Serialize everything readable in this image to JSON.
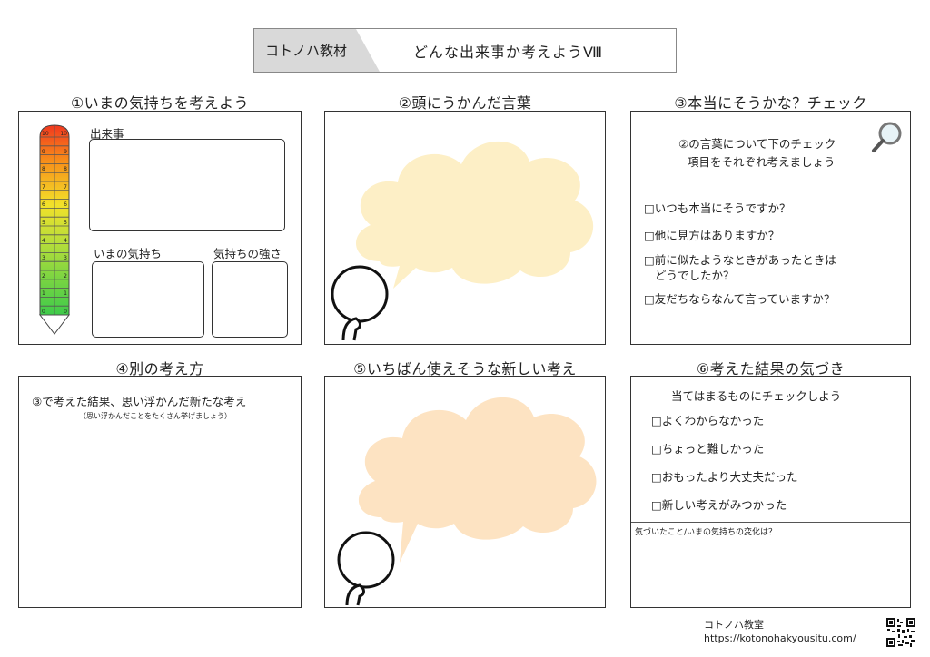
{
  "header": {
    "tag": "コトノハ教材",
    "title": "どんな出来事か考えようⅧ"
  },
  "sections": {
    "s1": {
      "title": "①いまの気持ちを考えよう",
      "label_event": "出来事",
      "label_feeling": "いまの気持ち",
      "label_strength": "気持ちの強さ"
    },
    "s2": {
      "title": "②頭にうかんだ言葉"
    },
    "s3": {
      "title": "③本当にそうかな？チェック",
      "intro_line1": "②の言葉について下のチェック",
      "intro_line2": "項目をそれぞれ考えましょう",
      "items": [
        "□いつも本当にそうですか？",
        "□他に見方はありますか？",
        "□前に似たようなときがあったときは",
        "どうでしたか？",
        "□友だちならなんて言っていますか？"
      ]
    },
    "s4": {
      "title": "④別の考え方",
      "prompt": "③で考えた結果、思い浮かんだ新たな考え",
      "note": "（思い浮かんだことをたくさん挙げましょう）"
    },
    "s5": {
      "title": "⑤いちばん使えそうな新しい考え"
    },
    "s6": {
      "title": "⑥考えた結果の気づき",
      "intro": "当てはまるものにチェックしよう",
      "items": [
        "□よくわからなかった",
        "□ちょっと難しかった",
        "□おもったより大丈夫だった",
        "□新しい考えがみつかった"
      ],
      "footer_prompt": "気づいたこと/いまの気持ちの変化は？"
    }
  },
  "meter_scale": [
    "10",
    "9",
    "8",
    "7",
    "6",
    "5",
    "4",
    "3",
    "2",
    "1",
    "0"
  ],
  "colors": {
    "thought_bubble_1": "#fdefc6",
    "thought_bubble_2": "#fde3c2"
  },
  "footer": {
    "org": "コトノハ教室",
    "url": "https://kotonohakyousitu.com/"
  },
  "icons": [
    "magnifier-icon",
    "qr-code"
  ]
}
